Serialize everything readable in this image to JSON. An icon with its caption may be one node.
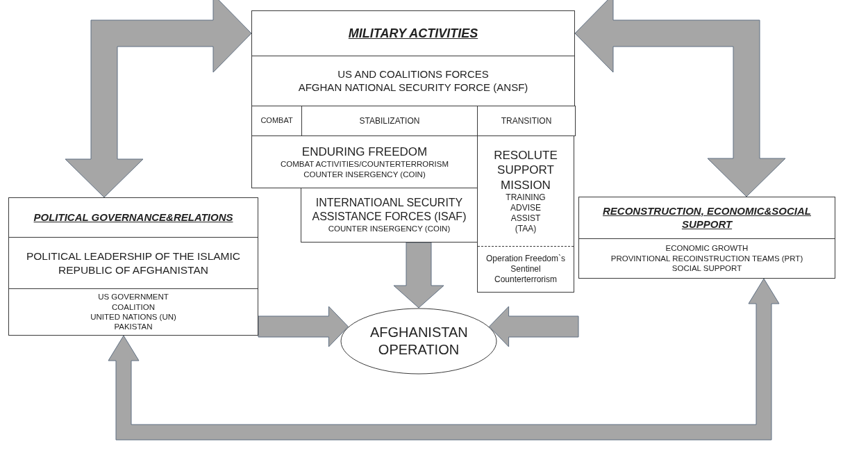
{
  "diagram": {
    "nodes": [
      {
        "text": [
          "MILITARY ACTIVITIES"
        ]
      },
      {
        "text": [
          "US AND COALITIONS FORCES",
          "AFGHAN NATIONAL SECURITY FORCE (ANSF)"
        ]
      },
      {
        "text": [
          "COMBAT"
        ]
      },
      {
        "text": [
          "STABILIZATION"
        ]
      },
      {
        "text": [
          "TRANSITION"
        ]
      },
      {
        "text": [
          "ENDURING FREEDOM",
          "COMBAT ACTIVITIES/COUNTERTERRORISM",
          "COUNTER INSERGENCY (COIN)"
        ]
      },
      {
        "text": [
          "INTERNATIOANL SECURITY ASSISTANCE FORCES (ISAF)",
          "COUNTER INSERGENCY (COIN)"
        ]
      },
      {
        "text": [
          "RESOLUTE SUPPORT MISSION",
          "TRAINING",
          "ADVISE",
          "ASSIST",
          "(TAA)",
          "Operation Freedom`s Sentinel Counterterrorism"
        ]
      },
      {
        "text": [
          "POLITICAL GOVERNANCE&RELATIONS",
          "POLITICAL LEADERSHIP OF THE ISLAMIC REPUBLIC OF AFGHANISTAN",
          "US GOVERNMENT",
          "COALITION",
          "UNITED NATIONS (UN)",
          "PAKISTAN"
        ]
      },
      {
        "text": [
          "RECONSTRUCTION, ECONOMIC&SOCIAL SUPPORT",
          "ECONOMIC GROWTH",
          "PROVINTIONAL RECOINSTRUCTION TEAMS (PRT)",
          "SOCIAL SUPPORT"
        ]
      },
      {
        "text": [
          "AFGHANISTAN OPERATION"
        ]
      }
    ],
    "edges": [
      {
        "from": 8,
        "to": 0,
        "arrow": "both"
      },
      {
        "from": 0,
        "to": 9,
        "arrow": "both"
      },
      {
        "from": 8,
        "to": 9,
        "arrow": "both"
      },
      {
        "from": 6,
        "to": 10,
        "arrow": "to"
      },
      {
        "from": 8,
        "to": 10,
        "arrow": "to"
      },
      {
        "from": 9,
        "to": 10,
        "arrow": "to"
      }
    ]
  }
}
